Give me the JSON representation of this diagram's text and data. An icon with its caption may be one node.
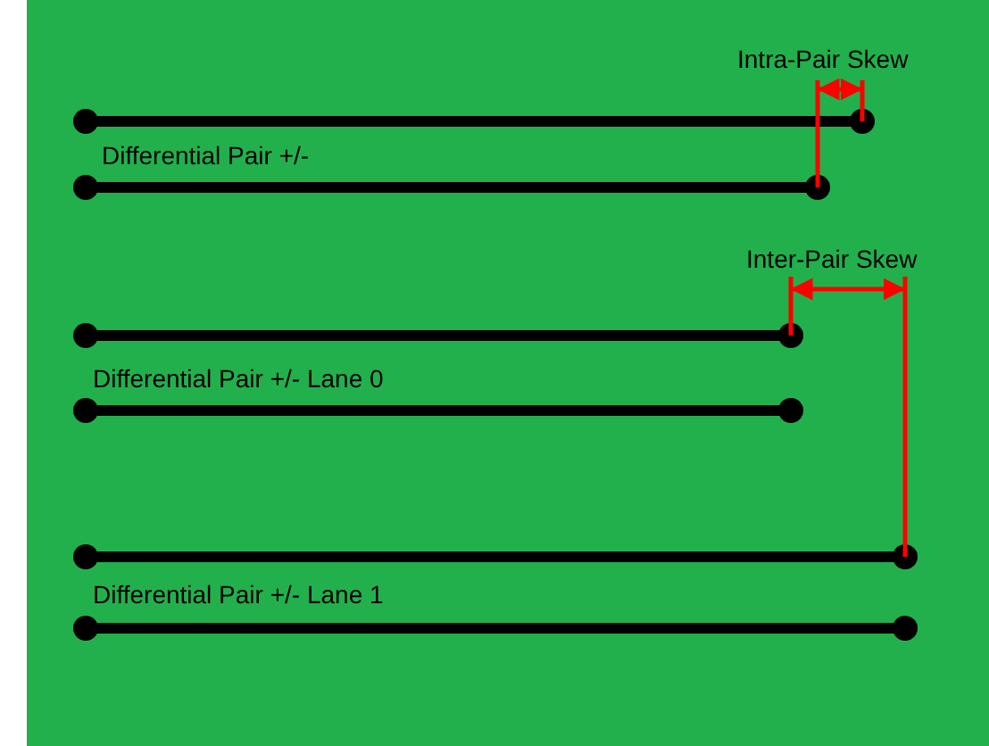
{
  "diagram": {
    "labels": [
      "Intra-Pair Skew",
      "Differential Pair +/-",
      "Inter-Pair Skew",
      "Differential Pair +/- Lane 0",
      "Differential Pair +/- Lane 1"
    ]
  }
}
